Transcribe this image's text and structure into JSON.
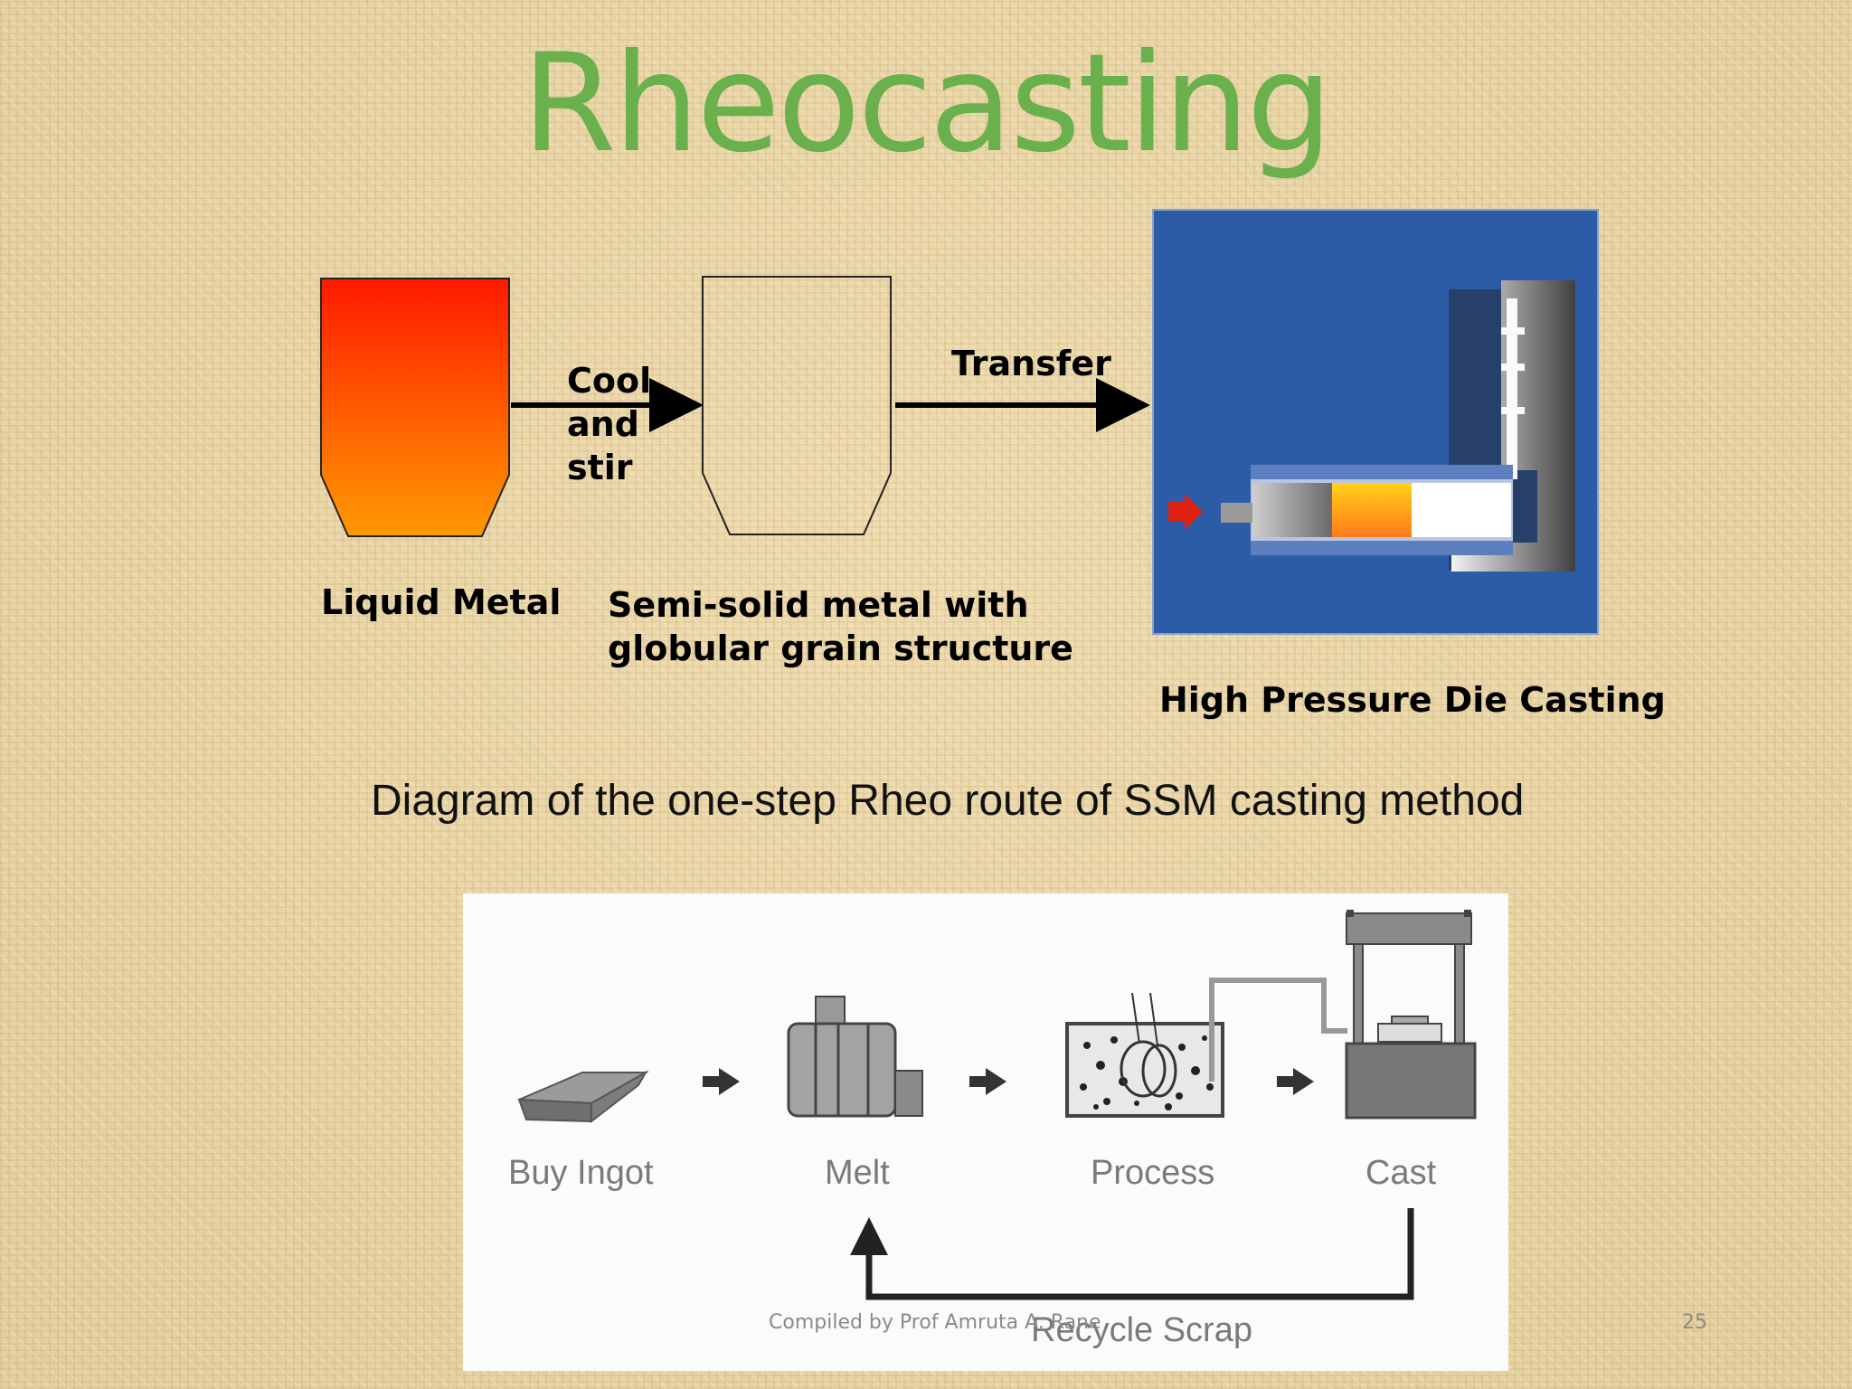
{
  "slide": {
    "title": "Rheocasting",
    "caption": "Diagram of the one-step Rheo route of SSM casting method",
    "footer": "Compiled by Prof Amruta A. Rane",
    "page_number": "25"
  },
  "rheo_diagram": {
    "step1_label": "Cool\nand\nstir",
    "step2_label": "Transfer",
    "liquid_label": "Liquid Metal",
    "semisolid_label": "Semi-solid metal with\nglobular grain structure",
    "hpdc_label": "High Pressure Die Casting"
  },
  "process_flow": {
    "steps": [
      "Buy Ingot",
      "Melt",
      "Process",
      "Cast"
    ],
    "recycle_label": "Recycle Scrap"
  },
  "colors": {
    "title_green": "#6ab04c",
    "liquid_top": "#ff1a00",
    "liquid_bottom": "#ff9900",
    "hpdc_blue": "#2d5ca6"
  }
}
